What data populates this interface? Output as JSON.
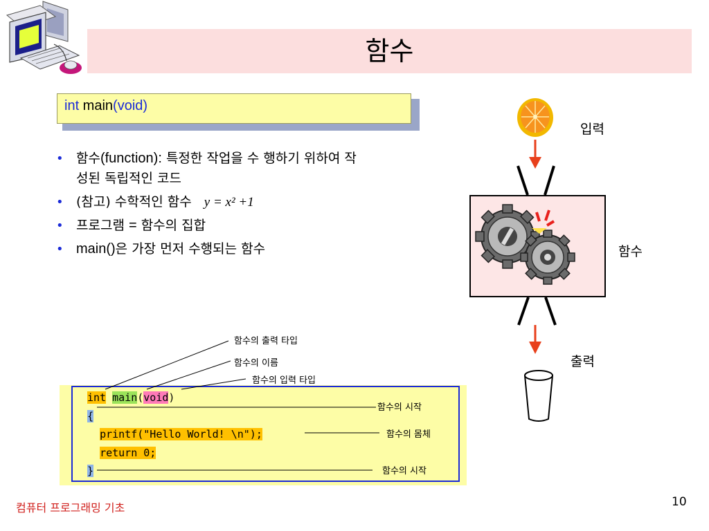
{
  "title": "함수",
  "code_label": {
    "kw": "int",
    "fn": " main",
    "args": "(void)"
  },
  "bullets": [
    {
      "lead": "함수",
      "latin": "(function):",
      "rest": " 특정한 작업을 수 행하기 위하여 작성된 독립적인 코드"
    },
    {
      "lead": "(",
      "latin": "",
      "rest": "참고) 수학적인 함수",
      "formula": "y = x² +1"
    },
    {
      "lead": "프로그램 ",
      "latin": "=",
      "rest": " 함수의 집합"
    },
    {
      "lead": "",
      "latin": "main()",
      "rest": "은 가장 먼저 수행되는 함수"
    }
  ],
  "code": {
    "line1": {
      "t1": "int",
      "s1": " ",
      "t2": "main",
      "t3": "(",
      "t4": "void",
      "t5": ")"
    },
    "line2": "{",
    "line3": "printf(\"Hello World! \\n\");",
    "line4": "return 0;",
    "line5": "}"
  },
  "annotations": {
    "output_type": "함수의 출력 타입",
    "name": "함수의 이름",
    "input_type": "함수의 입력 타입",
    "start": "함수의 시작",
    "body": "함수의 몸체",
    "end": "함수의 시작"
  },
  "diagram": {
    "input": "입력",
    "function": "함수",
    "output": "출력"
  },
  "colors": {
    "title_bg": "#fcdede",
    "code_bg": "#fdfda6",
    "accent_blue": "#1a2ad8",
    "arrow": "#e8401c",
    "footer": "#d0201c"
  },
  "footer": {
    "left": "컴퓨터 프로그래밍 기초",
    "page": "10"
  }
}
